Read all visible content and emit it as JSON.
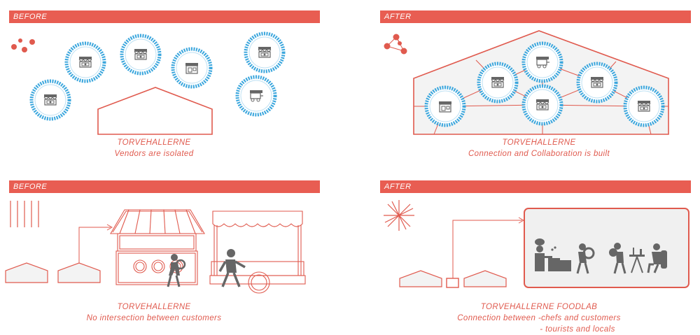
{
  "panels": {
    "top_left": {
      "tag": "BEFORE",
      "title": "TORVEHALLERNE",
      "subtitle": "Vendors are isolated"
    },
    "top_right": {
      "tag": "AFTER",
      "title": "TORVEHALLERNE",
      "subtitle": "Connection and Collaboration is built"
    },
    "bottom_left": {
      "tag": "BEFORE",
      "title": "TORVEHALLERNE",
      "subtitle": "No intersection between customers"
    },
    "bottom_right": {
      "tag": "AFTER",
      "title": "TORVEHALLERNE FOODLAB",
      "subtitle_line1": "Connection between -chefs and customers",
      "subtitle_line2": "- tourists and locals"
    }
  },
  "colors": {
    "accent": "#e85d52",
    "node_ring": "#3aa6dd",
    "icon": "#555555"
  }
}
